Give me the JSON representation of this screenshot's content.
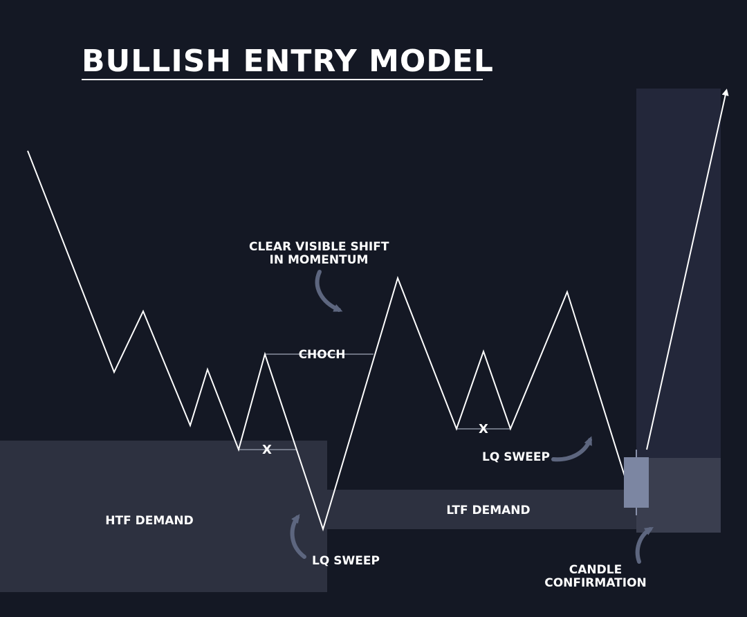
{
  "title": "BULLISH ENTRY MODEL",
  "labels": {
    "shift_line1": "CLEAR VISIBLE SHIFT",
    "shift_line2": "IN MOMENTUM",
    "choch": "CHOCH",
    "x_left": "X",
    "x_right": "X",
    "htf_demand": "HTF DEMAND",
    "ltf_demand": "LTF DEMAND",
    "lq_sweep_left": "LQ SWEEP",
    "lq_sweep_right": "LQ SWEEP",
    "candle_line1": "CANDLE",
    "candle_line2": "CONFIRMATION"
  },
  "colors": {
    "background": "#141824",
    "price_line": "#ffffff",
    "zone_fill": "#2d3140",
    "zone_fill_light": "#3a3e4f",
    "candle_body": "#7c86a2",
    "arrow": "#5d667f",
    "level_line": "#8a8fa0"
  }
}
